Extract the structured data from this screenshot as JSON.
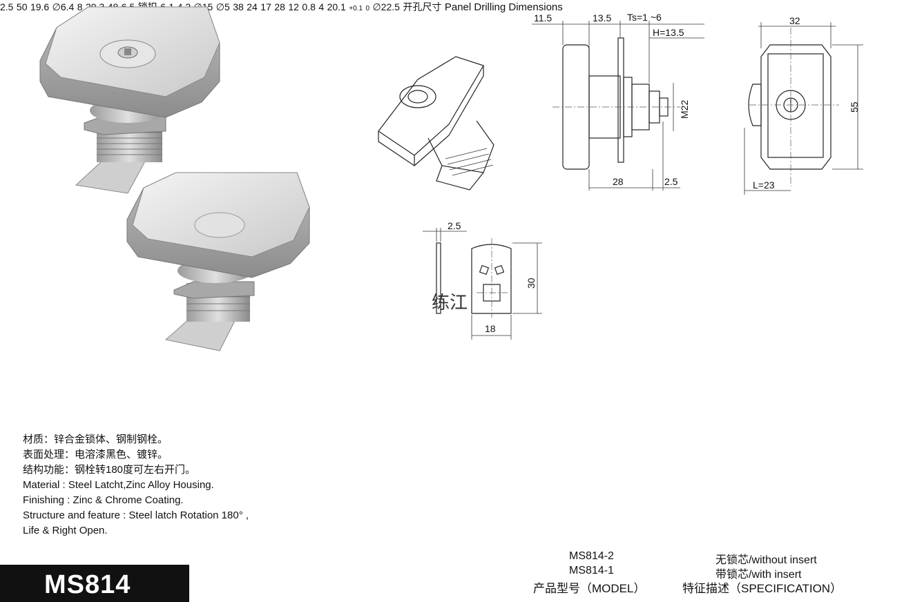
{
  "model_name": "MS814",
  "watermark": "练江",
  "description": [
    "材质：锌合金锁体、钢制钢栓。",
    "表面处理：电溶漆黑色、镀锌。",
    "结构功能：钢栓转180度可左右开门。",
    "Material : Steel Latcht,Zinc Alloy Housing.",
    "Finishing :  Zinc & Chrome Coating.",
    "Structure and feature : Steel latch Rotation 180°  ,",
    "Life & Right Open."
  ],
  "table": {
    "models": [
      "MS814-2",
      "MS814-1"
    ],
    "model_header": "产品型号（MODEL）",
    "specs": [
      "无锁芯/without insert",
      "带锁芯/with insert"
    ],
    "spec_header": "特征描述（SPECIFICATION）"
  },
  "dims": {
    "side": {
      "d1": "11.5",
      "d2": "13.5",
      "ts": "Ts=1 ~6",
      "h": "H=13.5",
      "m": "M22",
      "w28": "28",
      "w25": "2.5"
    },
    "front": {
      "w32": "32",
      "h55": "55",
      "l23": "L=23"
    },
    "cam_small": {
      "t": "2.5",
      "h30": "30",
      "w18": "18"
    },
    "keeper": {
      "t": "2.5",
      "w50": "50",
      "w196": "19.6",
      "dia": "∅6.4",
      "s8": "8",
      "h293": "29.3",
      "h48": "48",
      "b65": "6.5",
      "label": "锁扣"
    },
    "washer": {
      "w6": "6",
      "h1": "1",
      "w42": "4.2",
      "d15": "∅15",
      "d5": "∅5"
    },
    "clip": {
      "h38": "38",
      "h24": "24",
      "w17": "17",
      "w28": "28"
    },
    "spring": {
      "w12": "12",
      "t08": "0.8",
      "b4": "4"
    },
    "drill": {
      "w201": "20.1",
      "tol_up": "+0.1",
      "tol_dn": "0",
      "dia": "∅22.5",
      "label_cn": "开孔尺寸",
      "label_en": "Panel Drilling Dimensions"
    }
  }
}
